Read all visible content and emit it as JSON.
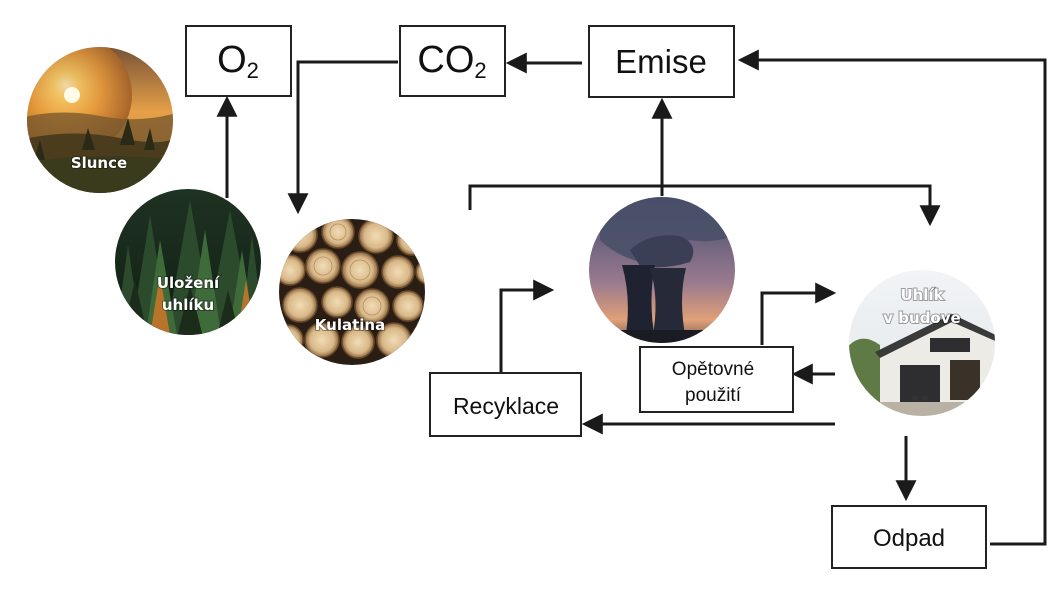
{
  "boxes": {
    "o2": {
      "text": "O",
      "sub": "2"
    },
    "co2": {
      "text": "CO",
      "sub": "2"
    },
    "emise": "Emise",
    "recyklace": "Recyklace",
    "opetovne_line1": "Opětovné",
    "opetovne_line2": "použití",
    "odpad": "Odpad"
  },
  "circles": {
    "slunce": "Slunce",
    "ulozeni_line1": "Uložení",
    "ulozeni_line2": "uhlíku",
    "kulatina": "Kulatina",
    "uhlik_line1": "Uhlík",
    "uhlik_line2": "v budove"
  },
  "icons": {
    "sun_scene": "sunrise-forest-icon",
    "forest": "conifer-forest-icon",
    "logs": "log-pile-icon",
    "power_plant": "cooling-tower-icon",
    "building": "house-icon"
  },
  "colors": {
    "line": "#1a1a1a",
    "box_border": "#222222"
  }
}
